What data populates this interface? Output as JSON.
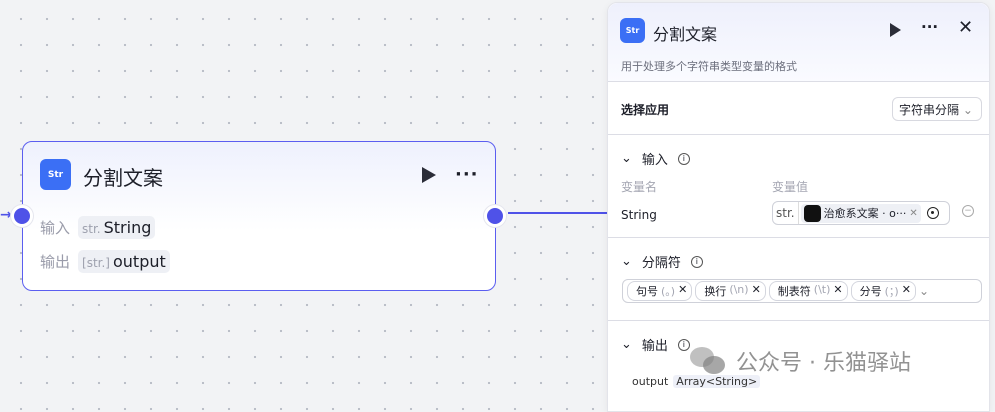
{
  "node": {
    "icon_label": "Str",
    "title": "分割文案",
    "input_label": "输入",
    "input_type": "str.",
    "input_name": "String",
    "output_label": "输出",
    "output_type": "[str.]",
    "output_name": "output"
  },
  "panel": {
    "icon_label": "Str",
    "title": "分割文案",
    "description": "用于处理多个字符串类型变量的格式",
    "select_app": {
      "label": "选择应用",
      "value": "字符串分隔"
    },
    "input": {
      "title": "输入",
      "col_name": "变量名",
      "col_value": "变量值",
      "var_name": "String",
      "var_type": "str.",
      "var_ref": "治愈系文案 · o···"
    },
    "separator": {
      "title": "分隔符",
      "tags": [
        {
          "label": "句号",
          "symbol": "(。)"
        },
        {
          "label": "换行",
          "symbol": "(\\n)"
        },
        {
          "label": "制表符",
          "symbol": "(\\t)"
        },
        {
          "label": "分号",
          "symbol": "(；)"
        }
      ]
    },
    "output": {
      "title": "输出",
      "name": "output",
      "type": "Array<String>"
    }
  },
  "watermark": "公众号 · 乐猫驿站"
}
